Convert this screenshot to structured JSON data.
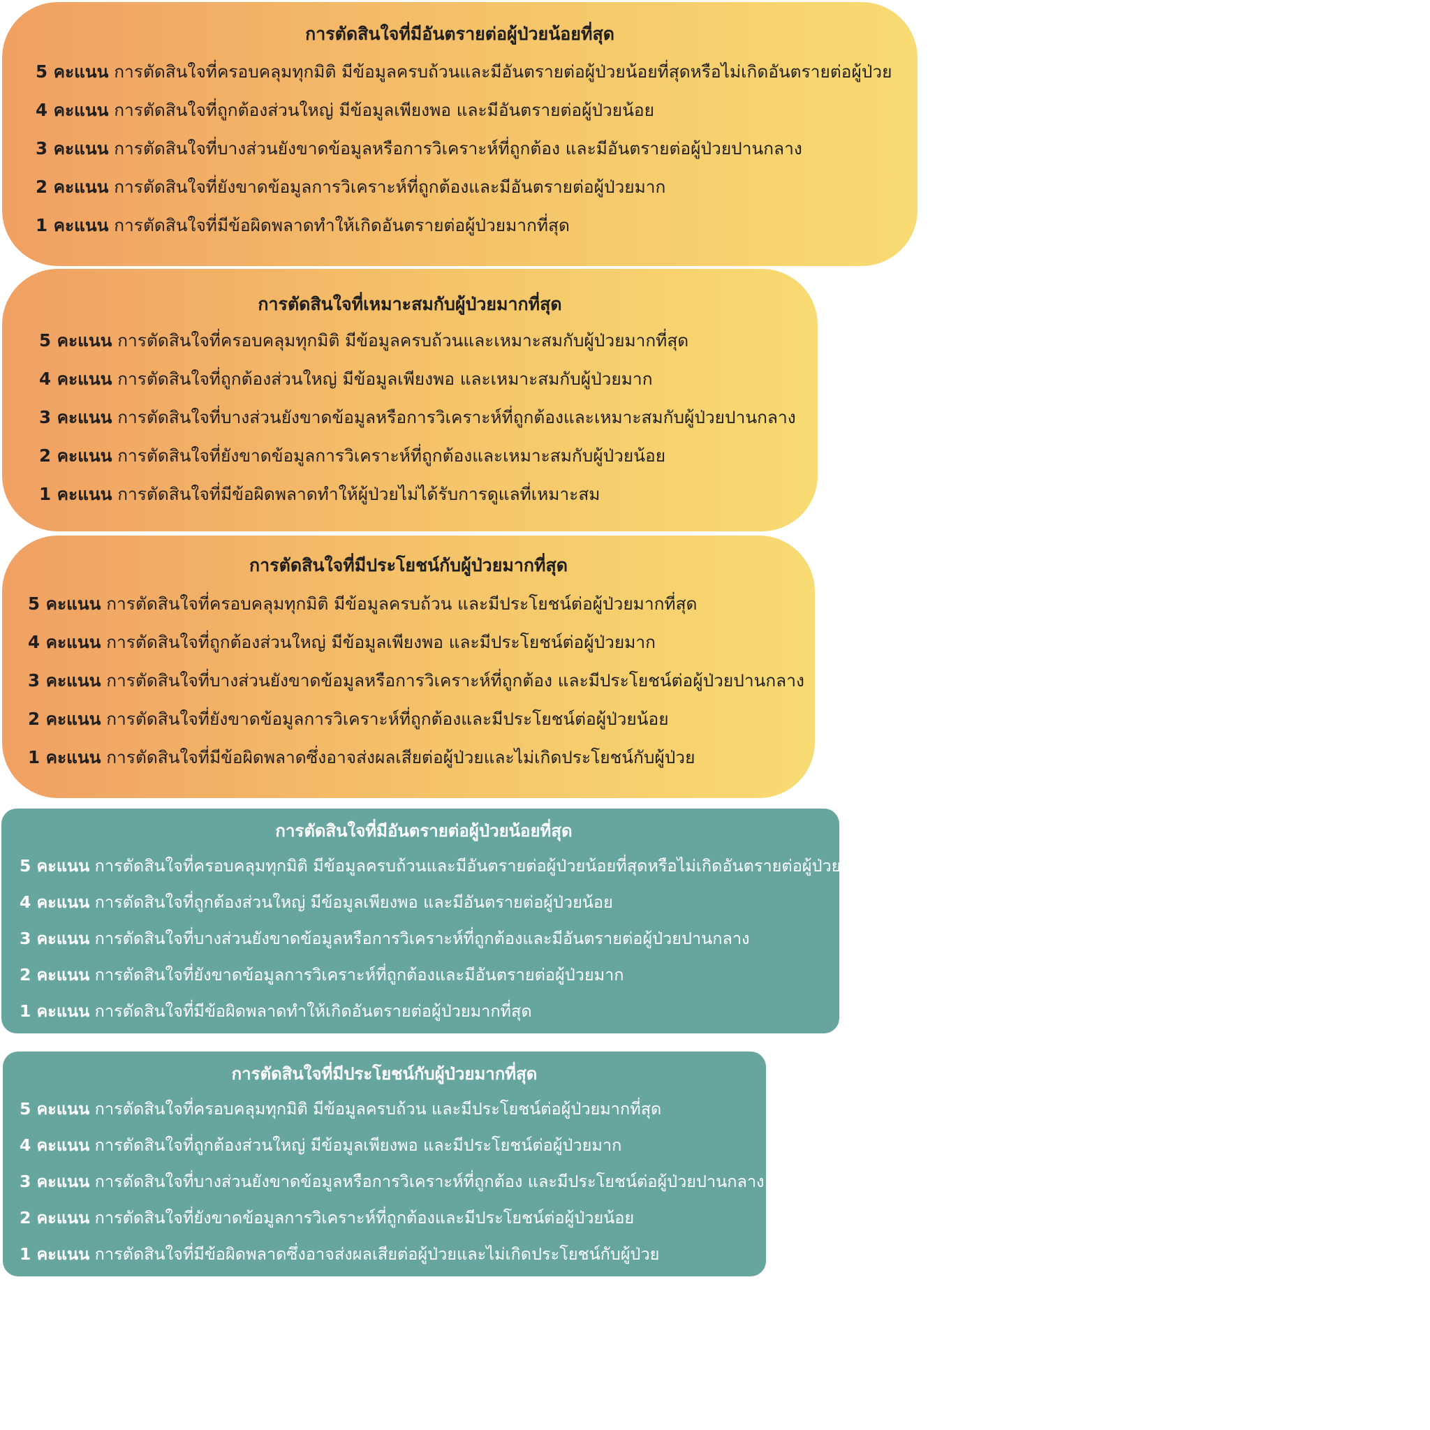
{
  "cards": [
    {
      "title": "การตัดสินใจที่มีอันตรายต่อผู้ป่วยน้อยที่สุด",
      "rows": [
        {
          "score": "5 คะแนน",
          "text": "การตัดสินใจที่ครอบคลุมทุกมิติ มีข้อมูลครบถ้วนและมีอันตรายต่อผู้ป่วยน้อยที่สุดหรือไม่เกิดอันตรายต่อผู้ป่วย"
        },
        {
          "score": "4 คะแนน",
          "text": "การตัดสินใจที่ถูกต้องส่วนใหญ่ มีข้อมูลเพียงพอ และมีอันตรายต่อผู้ป่วยน้อย"
        },
        {
          "score": "3 คะแนน",
          "text": "การตัดสินใจที่บางส่วนยังขาดข้อมูลหรือการวิเคราะห์ที่ถูกต้อง และมีอันตรายต่อผู้ป่วยปานกลาง"
        },
        {
          "score": "2 คะแนน",
          "text": "การตัดสินใจที่ยังขาดข้อมูลการวิเคราะห์ที่ถูกต้องและมีอันตรายต่อผู้ป่วยมาก"
        },
        {
          "score": "1 คะแนน",
          "text": "การตัดสินใจที่มีข้อผิดพลาดทำให้เกิดอันตรายต่อผู้ป่วยมากที่สุด"
        }
      ]
    },
    {
      "title": "การตัดสินใจที่เหมาะสมกับผู้ป่วยมากที่สุด",
      "rows": [
        {
          "score": "5 คะแนน",
          "text": "การตัดสินใจที่ครอบคลุมทุกมิติ มีข้อมูลครบถ้วนและเหมาะสมกับผู้ป่วยมากที่สุด"
        },
        {
          "score": "4 คะแนน",
          "text": "การตัดสินใจที่ถูกต้องส่วนใหญ่ มีข้อมูลเพียงพอ และเหมาะสมกับผู้ป่วยมาก"
        },
        {
          "score": "3 คะแนน",
          "text": "การตัดสินใจที่บางส่วนยังขาดข้อมูลหรือการวิเคราะห์ที่ถูกต้องและเหมาะสมกับผู้ป่วยปานกลาง"
        },
        {
          "score": "2 คะแนน",
          "text": "การตัดสินใจที่ยังขาดข้อมูลการวิเคราะห์ที่ถูกต้องและเหมาะสมกับผู้ป่วยน้อย"
        },
        {
          "score": "1 คะแนน",
          "text": "การตัดสินใจที่มีข้อผิดพลาดทำให้ผู้ป่วยไม่ได้รับการดูแลที่เหมาะสม"
        }
      ]
    },
    {
      "title": "การตัดสินใจที่มีประโยชน์กับผู้ป่วยมากที่สุด",
      "rows": [
        {
          "score": "5 คะแนน",
          "text": "การตัดสินใจที่ครอบคลุมทุกมิติ มีข้อมูลครบถ้วน และมีประโยชน์ต่อผู้ป่วยมากที่สุด"
        },
        {
          "score": "4 คะแนน",
          "text": "การตัดสินใจที่ถูกต้องส่วนใหญ่ มีข้อมูลเพียงพอ และมีประโยชน์ต่อผู้ป่วยมาก"
        },
        {
          "score": "3 คะแนน",
          "text": "การตัดสินใจที่บางส่วนยังขาดข้อมูลหรือการวิเคราะห์ที่ถูกต้อง และมีประโยชน์ต่อผู้ป่วยปานกลาง"
        },
        {
          "score": "2 คะแนน",
          "text": "การตัดสินใจที่ยังขาดข้อมูลการวิเคราะห์ที่ถูกต้องและมีประโยชน์ต่อผู้ป่วยน้อย"
        },
        {
          "score": "1 คะแนน",
          "text": "การตัดสินใจที่มีข้อผิดพลาดซึ่งอาจส่งผลเสียต่อผู้ป่วยและไม่เกิดประโยชน์กับผู้ป่วย"
        }
      ]
    },
    {
      "title": "การตัดสินใจที่มีอันตรายต่อผู้ป่วยน้อยที่สุด",
      "rows": [
        {
          "score": "5 คะแนน",
          "text": "การตัดสินใจที่ครอบคลุมทุกมิติ มีข้อมูลครบถ้วนและมีอันตรายต่อผู้ป่วยน้อยที่สุดหรือไม่เกิดอันตรายต่อผู้ป่วย"
        },
        {
          "score": "4 คะแนน",
          "text": "การตัดสินใจที่ถูกต้องส่วนใหญ่ มีข้อมูลเพียงพอ และมีอันตรายต่อผู้ป่วยน้อย"
        },
        {
          "score": "3 คะแนน",
          "text": "การตัดสินใจที่บางส่วนยังขาดข้อมูลหรือการวิเคราะห์ที่ถูกต้องและมีอันตรายต่อผู้ป่วยปานกลาง"
        },
        {
          "score": "2 คะแนน",
          "text": "การตัดสินใจที่ยังขาดข้อมูลการวิเคราะห์ที่ถูกต้องและมีอันตรายต่อผู้ป่วยมาก"
        },
        {
          "score": "1 คะแนน",
          "text": "การตัดสินใจที่มีข้อผิดพลาดทำให้เกิดอันตรายต่อผู้ป่วยมากที่สุด"
        }
      ]
    },
    {
      "title": "การตัดสินใจที่มีประโยชน์กับผู้ป่วยมากที่สุด",
      "rows": [
        {
          "score": "5 คะแนน",
          "text": "การตัดสินใจที่ครอบคลุมทุกมิติ มีข้อมูลครบถ้วน และมีประโยชน์ต่อผู้ป่วยมากที่สุด"
        },
        {
          "score": "4 คะแนน",
          "text": "การตัดสินใจที่ถูกต้องส่วนใหญ่ มีข้อมูลเพียงพอ และมีประโยชน์ต่อผู้ป่วยมาก"
        },
        {
          "score": "3 คะแนน",
          "text": "การตัดสินใจที่บางส่วนยังขาดข้อมูลหรือการวิเคราะห์ที่ถูกต้อง และมีประโยชน์ต่อผู้ป่วยปานกลาง"
        },
        {
          "score": "2 คะแนน",
          "text": "การตัดสินใจที่ยังขาดข้อมูลการวิเคราะห์ที่ถูกต้องและมีประโยชน์ต่อผู้ป่วยน้อย"
        },
        {
          "score": "1 คะแนน",
          "text": "การตัดสินใจที่มีข้อผิดพลาดซึ่งอาจส่งผลเสียต่อผู้ป่วยและไม่เกิดประโยชน์กับผู้ป่วย"
        }
      ]
    }
  ]
}
